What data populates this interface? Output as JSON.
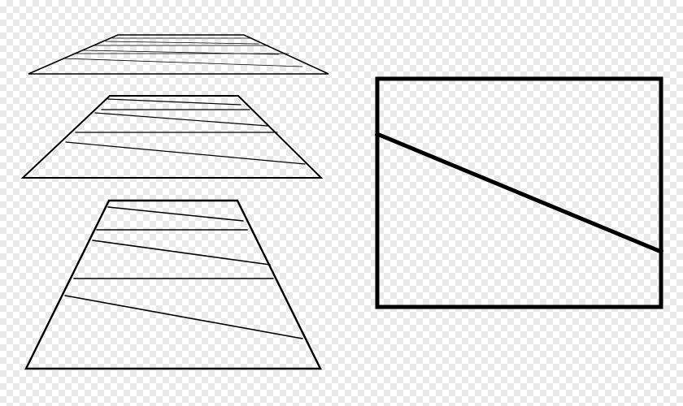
{
  "diagram": {
    "stroke_color": "#000000",
    "panels": [
      {
        "name": "far-perspective-plane"
      },
      {
        "name": "mid-perspective-plane"
      },
      {
        "name": "near-perspective-plane"
      },
      {
        "name": "front-view-rectangle"
      }
    ]
  }
}
